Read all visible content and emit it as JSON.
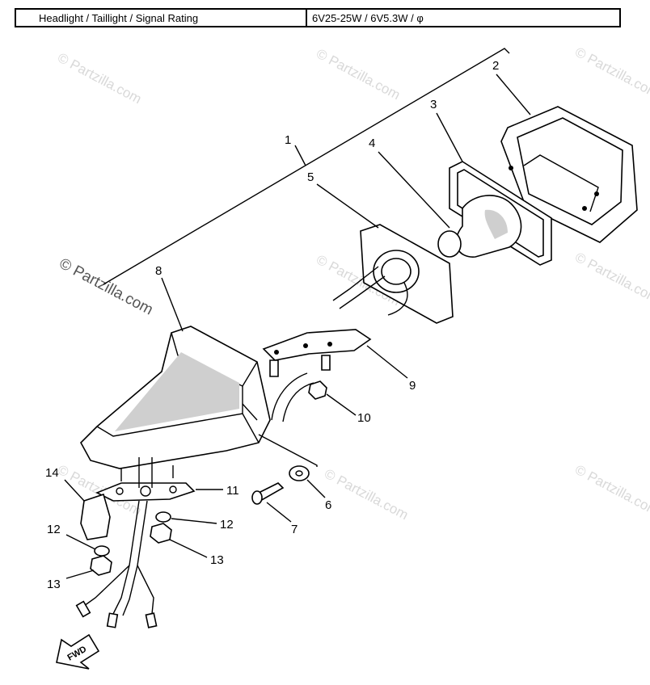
{
  "spec_table": {
    "label": "Headlight / Taillight / Signal Rating",
    "value": "6V25-25W / 6V5.3W / φ"
  },
  "watermark": "© Partzilla.com",
  "callouts": [
    "1",
    "2",
    "3",
    "4",
    "5",
    "6",
    "7",
    "8",
    "9",
    "10",
    "11",
    "12",
    "12",
    "13",
    "13",
    "14"
  ],
  "fwd_label": "FWD"
}
